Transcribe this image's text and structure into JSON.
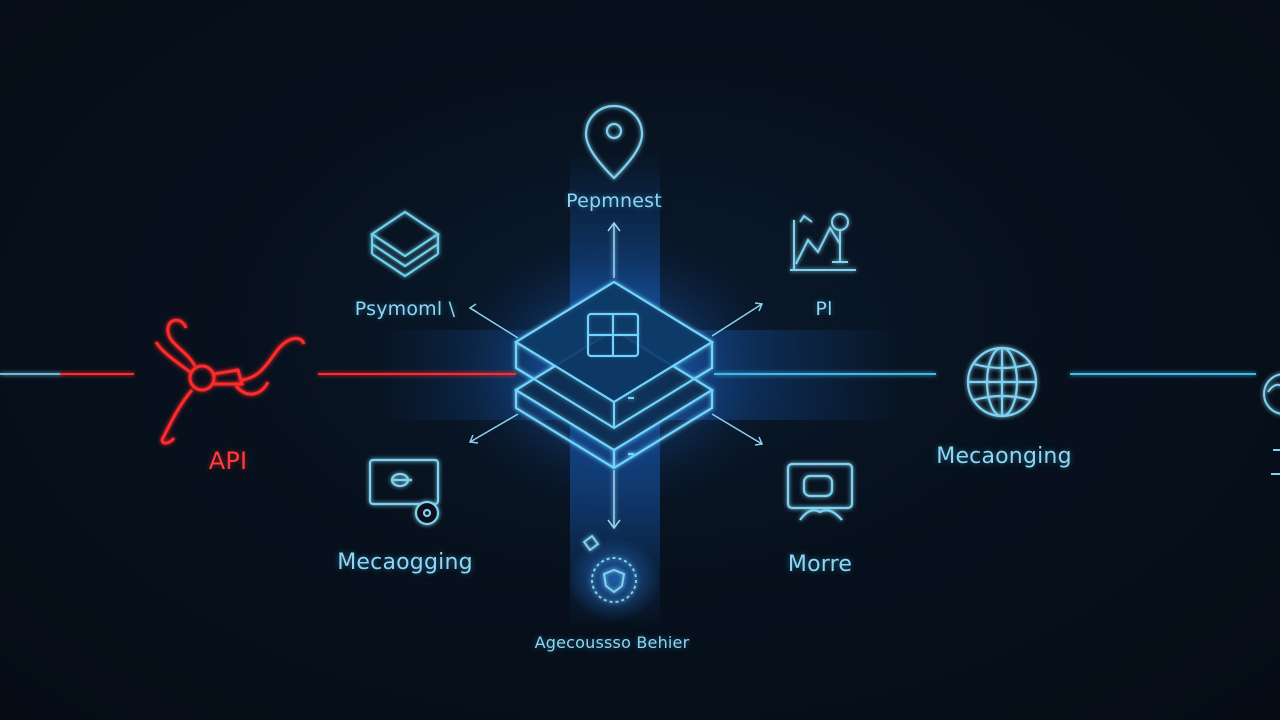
{
  "colors": {
    "accent": "#3fb8e8",
    "accent_glow": "#1e88ff",
    "alert": "#ff2a2a",
    "background": "#07111d"
  },
  "hub": {
    "icon": "server-stack-icon"
  },
  "nodes": {
    "top": {
      "label": "Pepmnest",
      "icon": "location-pin-icon"
    },
    "top_left": {
      "label": "Psymoml  \\",
      "icon": "layers-icon"
    },
    "top_right": {
      "label": "Pl",
      "icon": "analytics-chart-icon"
    },
    "left": {
      "label": "API",
      "icon": "api-hook-icon"
    },
    "right": {
      "label": "Mecaonging",
      "icon": "globe-icon"
    },
    "bottom_left": {
      "label": "Mecaogging",
      "icon": "message-screen-icon"
    },
    "bottom_right": {
      "label": "Morre",
      "icon": "chat-bubble-icon"
    },
    "bottom": {
      "label": "Agecoussso Behier",
      "icon": "shield-badge-icon"
    }
  }
}
